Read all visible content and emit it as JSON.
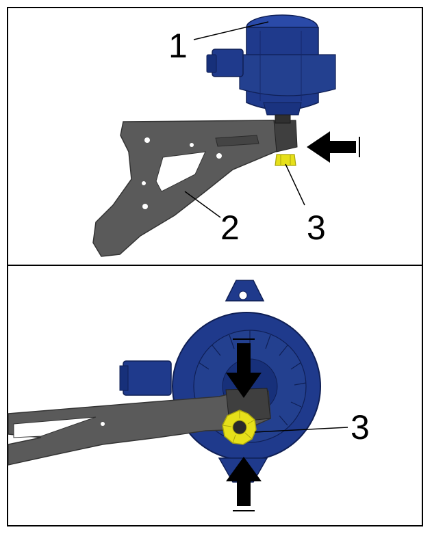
{
  "callouts": {
    "top_1": "1",
    "top_2": "2",
    "top_3": "3",
    "bottom_3": "3"
  },
  "colors": {
    "blue_part": "#1f3a8c",
    "blue_dark": "#0f1f55",
    "grey_part": "#5a5a5a",
    "grey_dark": "#3a3a3a",
    "yellow_part": "#e6e01a",
    "yellow_dark": "#a9a40c",
    "line": "#000000"
  },
  "icons": {
    "arrow": "arrow-icon"
  }
}
